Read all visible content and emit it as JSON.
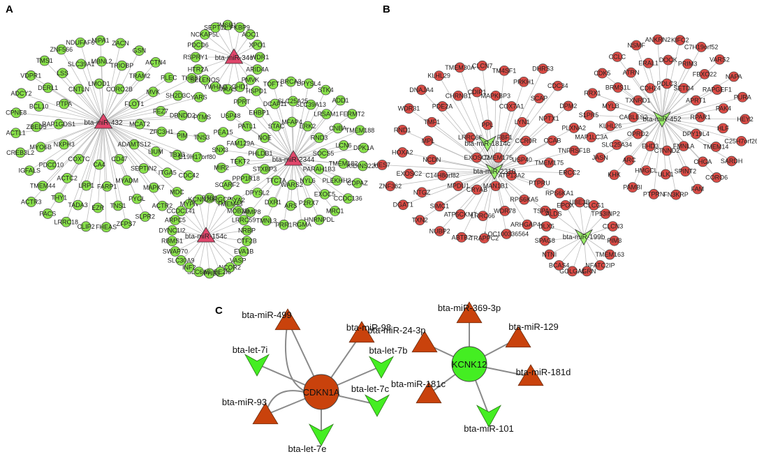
{
  "colors": {
    "green": "#88e04a",
    "red": "#d94b45",
    "hub_pink": "#e0466b",
    "orange": "#c9420c",
    "bright_green": "#44ee22",
    "edge": "#bdbdbd"
  },
  "panels": {
    "a": "A",
    "b": "B",
    "c": "C"
  },
  "networks": [
    {
      "hub": {
        "label": "bta-miR-432",
        "shape": "triangle"
      },
      "targets": [
        "LMOD1",
        "CORO2B",
        "FLOT1",
        "MCAT2",
        "ADAMTS12",
        "CD47",
        "CA4",
        "COX7C",
        "NXPH3",
        "RAP1GDS1",
        "PTPA",
        "CNTLN",
        "TRIOBP",
        "TRAM2",
        "MVK",
        "FEZ7",
        "ZFC3H1",
        "LIUM",
        "SEPTIN2",
        "MYADM",
        "FARP1",
        "LRP1",
        "ACTC2",
        "PDCD10",
        "MYO6B",
        "ZBED5",
        "BCL10",
        "DERL1",
        "LSS",
        "SLC39A1",
        "MBNL2",
        "ACTN4",
        "PLEC",
        "SH2D3C",
        "DBNDD2",
        "PIM",
        "TBX3",
        "ITGA5",
        "MAPK7",
        "PYGL",
        "TNS1",
        "EZR",
        "TADA3",
        "THY1",
        "TMEM44",
        "IGFALS",
        "CREB3L2",
        "ACTL1",
        "CPNE8",
        "ADCY2",
        "VDPR1",
        "TMS1",
        "ZNF566",
        "NDUFAF6",
        "NIPA1",
        "ZACN",
        "GSN",
        "THBS1",
        "YARS",
        "PTMS",
        "TNS3",
        "C19H17orf80",
        "CDC42",
        "MDC",
        "ACTR2",
        "SLPR2",
        "ZFPS7",
        "FHEAS",
        "CLIP2",
        "LRRC18",
        "PACS",
        "ACTR3"
      ]
    },
    {
      "hub": {
        "label": "bta-miR-34c",
        "shape": "triangle"
      },
      "targets": [
        "TMSB10",
        "FKBP9",
        "AOC1",
        "XPO1",
        "WDR1",
        "ARID4A",
        "PMVK",
        "CHD1",
        "MRAS",
        "YWHAQ",
        "SELENOS",
        "HTR2A",
        "RSPRY1",
        "PDCD6",
        "NCKAP5L",
        "SEPT11"
      ]
    },
    {
      "hub": {
        "label": "bta-miR-2344",
        "shape": "triangle"
      },
      "targets": [
        "MFAP4",
        "ERK2",
        "RND3",
        "SOCS5",
        "PARAH1B3",
        "NYL6",
        "WARS2",
        "TTC7A",
        "STXBP3",
        "PHLDB1",
        "NOE",
        "STAC",
        "SLC39A13",
        "LRSAM1",
        "CNBA",
        "LCN6",
        "TMEM182",
        "PLEKHH2",
        "EXOC5",
        "P2RX7",
        "ARS",
        "DXR1",
        "DPYSL2",
        "PPP1R18",
        "TEKT2",
        "FAM129A",
        "PATL1",
        "EHBP1",
        "DCAF11",
        "SLC25A25",
        "ADD1",
        "FERMT2",
        "TMEM188",
        "DPK1A",
        "KIDINS220",
        "CDPAZ",
        "CCDC136",
        "MRC1",
        "HNRNPDL",
        "RGMA",
        "PRR1",
        "TMNL3",
        "VAMP8",
        "EYA2",
        "SCARF2",
        "MIR2",
        "SNX3",
        "PEA15",
        "USP48",
        "PPRT",
        "HSPD1",
        "TOFT1",
        "BRCA3",
        "DPYSL4",
        "STK4"
      ]
    },
    {
      "hub": {
        "label": "bta-miR-154c",
        "shape": "triangle"
      },
      "targets": [
        "ZBTB16",
        "URGCP",
        "TMEM43",
        "MOB3B",
        "LRRC59",
        "NRBP",
        "CTF2B",
        "EVA1B",
        "VASP",
        "NCOR2",
        "UBE2I6",
        "EPHB3",
        "SLC6A9",
        "INF2",
        "SLC30A9",
        "SWAP70",
        "RBMS1",
        "DYNC1I2",
        "ARPC5",
        "CCDC141",
        "MYPN",
        "KCNN2"
      ]
    },
    {
      "hub": {
        "label": "bta-miR-2310",
        "shape": "vee"
      },
      "targets": [
        "CDIP1",
        "MAPKBP3",
        "COX7A1",
        "LYN1",
        "CCR0R",
        "USP40",
        "ATP13A2",
        "MAN1B1",
        "CRYAB",
        "MPDU1",
        "C14H8orf82",
        "NCDN",
        "MPL",
        "TMF1",
        "PDE2A",
        "CHRNB1",
        "TM4SF1",
        "PRKH1",
        "SCAP",
        "NPTX1",
        "CCAB",
        "TMEM175",
        "PTPRU",
        "RPS6KA5",
        "WDR78",
        "LRRC66",
        "ATP5CKMT",
        "SIMC1",
        "NTGZ",
        "EXOSC2",
        "HOXA2",
        "RND1",
        "WDR31",
        "DNAJA4",
        "KLHL29",
        "TMEM30A",
        "CLCN7",
        "DHRS3",
        "CDC34",
        "DPM2",
        "PLXNA2",
        "TNFRSF1B",
        "ERCC2",
        "RPS6KA1",
        "TSPAN1",
        "ARHGAP44",
        "LOC100336564",
        "TRAPPC2",
        "ABTB2",
        "NUBP2",
        "TXN2",
        "DGAT1",
        "ZNF362",
        "HES7"
      ]
    },
    {
      "hub": {
        "label": "bta-miR-1814c",
        "shape": "vee"
      },
      "targets": [
        "PPL",
        "FBF1",
        "TMEM175",
        "EXOSC2",
        "LRRC66"
      ]
    },
    {
      "hub": {
        "label": "bta-miR-452",
        "shape": "vee"
      },
      "targets": [
        "PDLC3",
        "SETD4",
        "APRT1",
        "RPAR1",
        "DPY19L4",
        "FMNLA",
        "CTNND2",
        "EHD3",
        "OPRD2",
        "CABLES2",
        "TXNRD1",
        "CDH24",
        "PRIM3",
        "FBXO22",
        "RAPGEF1",
        "PAK4",
        "HLF",
        "TMEM14",
        "CHGA",
        "SPINT2",
        "ULK1",
        "HMGCL",
        "ARC",
        "SLC25A34",
        "KLHL26",
        "MYLB",
        "BRMS1L",
        "ATRN",
        "ERAL1",
        "DOCK",
        "VARS2",
        "NAPA",
        "PURA",
        "HEY2",
        "C25H7orf26",
        "SARDH",
        "CORO6",
        "FAM",
        "FN3KRP",
        "PTPRN",
        "PAMBI",
        "KHK",
        "JASN",
        "MAP1LC3A",
        "S1PR5",
        "RRX1",
        "CDK5",
        "CCLC",
        "NSMF",
        "ANKRN2",
        "KIFC2",
        "C7H19orf52"
      ]
    },
    {
      "hub": {
        "label": "bta-miR-199b",
        "shape": "vee"
      },
      "targets": [
        "UBE3B",
        "CLCG1",
        "TP53INP2",
        "CLCN3",
        "PIM3",
        "TMEM163",
        "NFATC2IP",
        "AGRN",
        "GOLGA1",
        "BCAS4",
        "NTNI",
        "SPAG8",
        "DLX5",
        "ALDS",
        "EPOX"
      ]
    }
  ],
  "panel_c": {
    "genes": [
      {
        "label": "CDKN1A",
        "color": "orange",
        "mirnas": [
          {
            "label": "bta-miR-499",
            "shape": "triangle"
          },
          {
            "label": "bta-miR-98",
            "shape": "triangle"
          },
          {
            "label": "bta-let-7i",
            "shape": "vee"
          },
          {
            "label": "bta-let-7b",
            "shape": "vee"
          },
          {
            "label": "bta-let-7c",
            "shape": "vee"
          },
          {
            "label": "bta-let-7e",
            "shape": "vee"
          },
          {
            "label": "bta-miR-93",
            "shape": "triangle"
          }
        ]
      },
      {
        "label": "KCNK12",
        "color": "bright_green",
        "mirnas": [
          {
            "label": "bta-miR-369-3p",
            "shape": "triangle"
          },
          {
            "label": "bta-miR-24-3p",
            "shape": "triangle"
          },
          {
            "label": "bta-miR-129",
            "shape": "triangle"
          },
          {
            "label": "bta-miR-181d",
            "shape": "triangle"
          },
          {
            "label": "bta-miR-181c",
            "shape": "triangle"
          },
          {
            "label": "bta-miR-101",
            "shape": "vee"
          }
        ]
      }
    ]
  }
}
